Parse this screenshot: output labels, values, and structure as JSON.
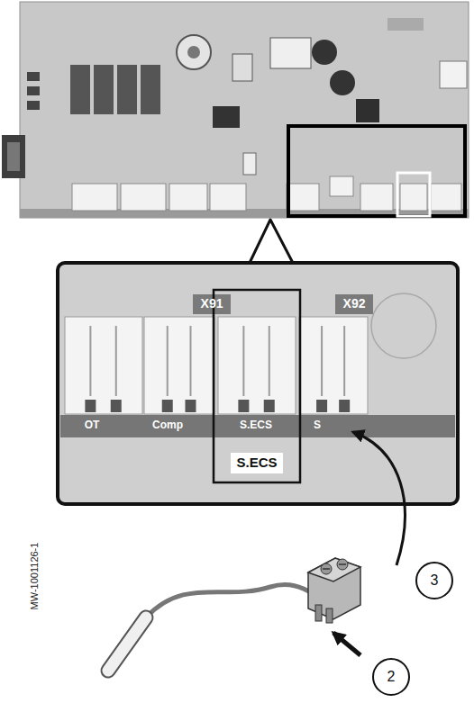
{
  "diagram": {
    "nodes": [
      {
        "text": [
          "S.ECS"
        ]
      },
      {
        "text": [
          "3"
        ]
      },
      {
        "text": [
          "2"
        ]
      }
    ],
    "labels": [
      "X91",
      "X92",
      "OT",
      "Comp",
      "S.ECS",
      "S",
      "MW-1001126-1"
    ]
  }
}
